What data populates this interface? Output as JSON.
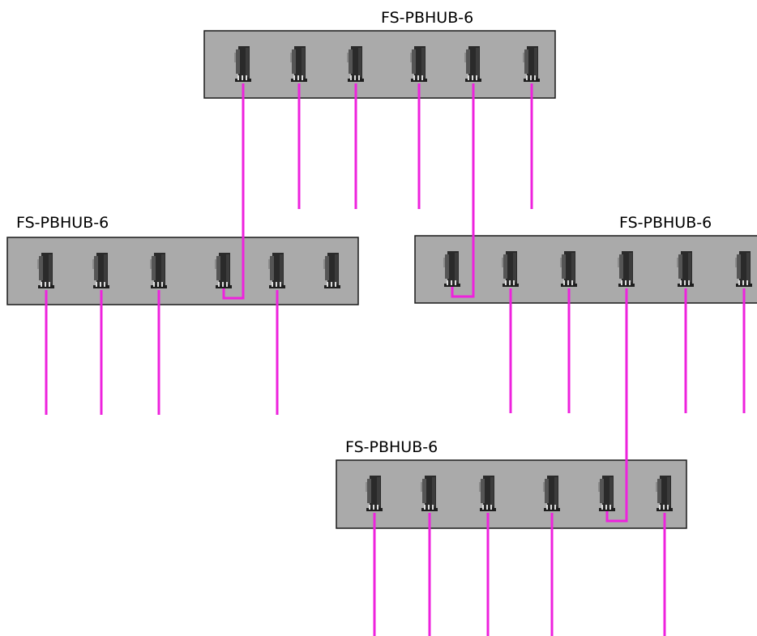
{
  "colors": {
    "hub_fill": "#aaaaaa",
    "hub_border": "#1a1a1a",
    "cable": "#ee22dd",
    "connector_dark": "#2a2a2a",
    "connector_mid": "#555555",
    "connector_light": "#8c8c8c"
  },
  "hubs": [
    {
      "id": "hub-top",
      "label": "FS-PBHUB-6",
      "port_count": 6
    },
    {
      "id": "hub-left",
      "label": "FS-PBHUB-6",
      "port_count": 6
    },
    {
      "id": "hub-right",
      "label": "FS-PBHUB-6",
      "port_count": 6
    },
    {
      "id": "hub-bottom",
      "label": "FS-PBHUB-6",
      "port_count": 6
    }
  ],
  "links": [
    {
      "from_hub": "hub-top",
      "from_port": 1,
      "to_hub": "hub-left",
      "to_port": 4
    },
    {
      "from_hub": "hub-top",
      "from_port": 5,
      "to_hub": "hub-right",
      "to_port": 1
    },
    {
      "from_hub": "hub-right",
      "from_port": 4,
      "to_hub": "hub-bottom",
      "to_port": 5
    }
  ],
  "open_ports": [
    {
      "hub": "hub-top",
      "ports": [
        2,
        3,
        4,
        6
      ]
    },
    {
      "hub": "hub-left",
      "ports": [
        1,
        2,
        3,
        5
      ]
    },
    {
      "hub": "hub-right",
      "ports": [
        2,
        3,
        5,
        6
      ]
    },
    {
      "hub": "hub-bottom",
      "ports": [
        1,
        2,
        3,
        4,
        6
      ]
    }
  ]
}
